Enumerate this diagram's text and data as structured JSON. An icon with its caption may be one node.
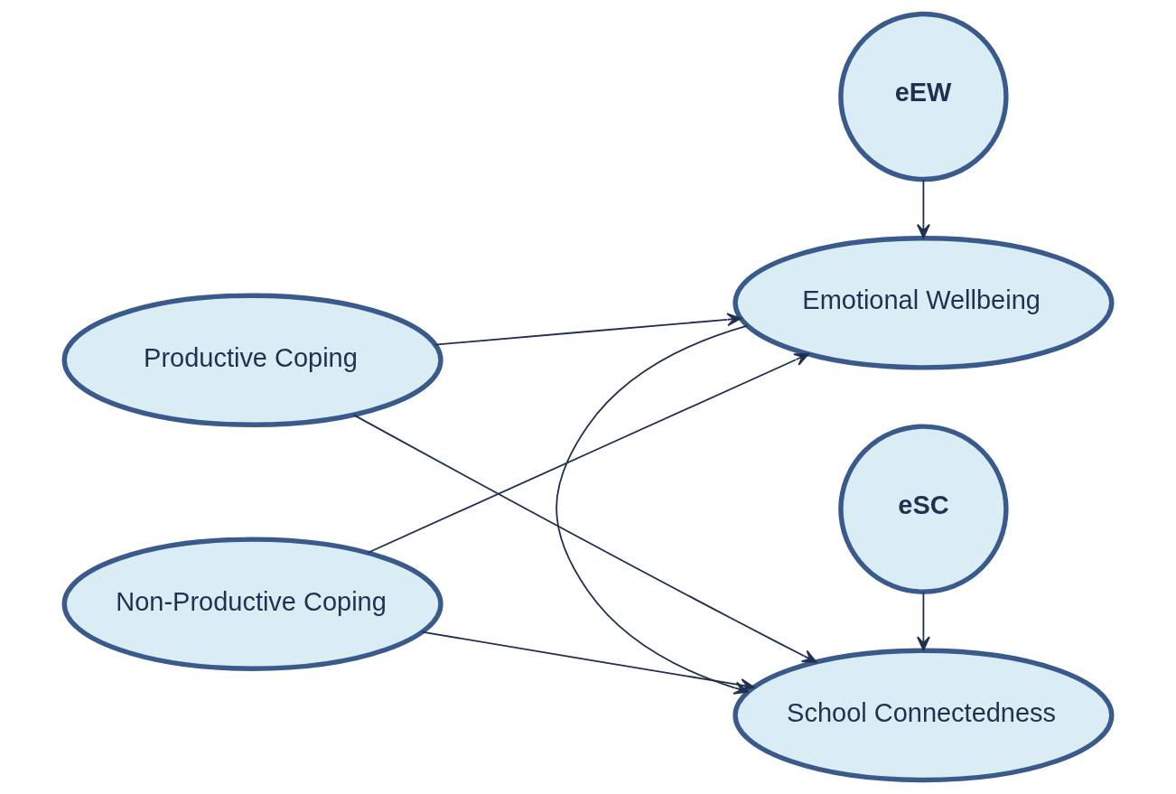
{
  "diagram": {
    "nodes": [
      {
        "text": [
          "eEW"
        ]
      },
      {
        "text": [
          "Productive Coping"
        ]
      },
      {
        "text": [
          "Emotional Wellbeing"
        ]
      },
      {
        "text": [
          "Non-Productive Coping"
        ]
      },
      {
        "text": [
          "School Connectedness"
        ]
      },
      {
        "text": [
          "eSC"
        ]
      }
    ],
    "edges": [
      {
        "from": 0,
        "to": 2,
        "arrow": "to"
      },
      {
        "from": 1,
        "to": 2,
        "arrow": "to"
      },
      {
        "from": 1,
        "to": 4,
        "arrow": "to"
      },
      {
        "from": 3,
        "to": 2,
        "arrow": "to"
      },
      {
        "from": 3,
        "to": 4,
        "arrow": "to"
      },
      {
        "from": 2,
        "to": 4,
        "arrow": "to"
      },
      {
        "from": 5,
        "to": 4,
        "arrow": "to"
      }
    ]
  }
}
